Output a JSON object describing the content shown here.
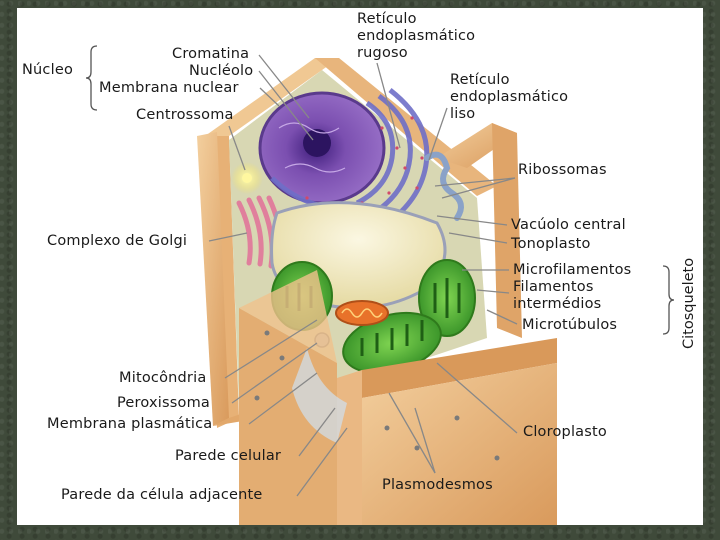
{
  "title": "",
  "labels": {
    "nucleo": "Núcleo",
    "cromatina": "Cromatina",
    "nucleolo": "Nucléolo",
    "membrana_nuclear": "Membrana nuclear",
    "centrossoma": "Centrossoma",
    "complexo_golgi": "Complexo de Golgi",
    "mitocondria": "Mitocôndria",
    "peroxissoma": "Peroxissoma",
    "membrana_plasmatica": "Membrana plasmática",
    "parede_celular": "Parede celular",
    "parede_adjacente": "Parede da célula adjacente",
    "reticulo_rugoso": "Retículo\nendoplasmático\nrugoso",
    "reticulo_liso": "Retículo\nendoplasmático\nliso",
    "ribossomas": "Ribossomas",
    "vacuolo_central": "Vacúolo central",
    "tonoplasto": "Tonoplasto",
    "microfilamentos": "Microfilamentos",
    "filamentos_intermedios": "Filamentos\nintermédios",
    "microtubulos": "Microtúbulos",
    "cloroplasto": "Cloroplasto",
    "plasmodesmos": "Plasmodesmos",
    "citosqueleto": "Citosqueleto"
  },
  "colors": {
    "wall": "#e9b983",
    "cytoplasm": "#d9d9b8",
    "nucleus": "#7b4fb0",
    "golgi": "#e07f9c",
    "chloroplast": "#58b93a",
    "vacuole": "#f1ecc8"
  }
}
